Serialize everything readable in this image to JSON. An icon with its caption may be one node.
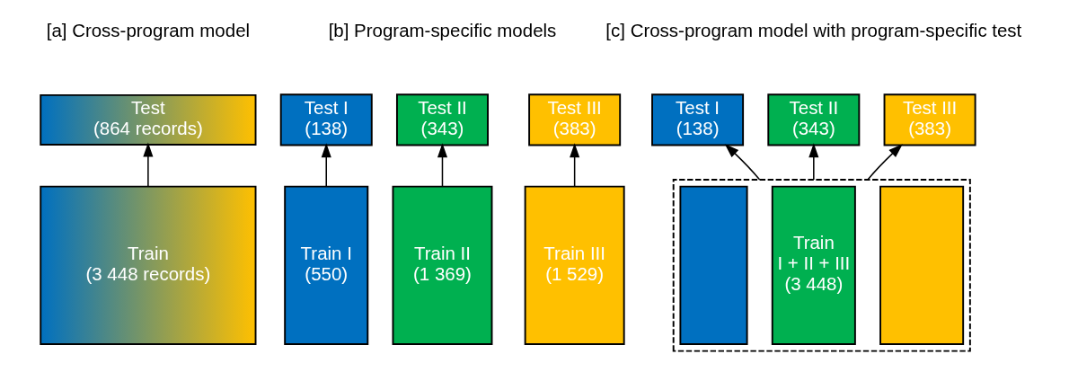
{
  "diagram": {
    "nodes": [
      {
        "text": [
          "Test",
          "(864 records)"
        ]
      },
      {
        "text": [
          "Train",
          "(3 448 records)"
        ]
      },
      {
        "text": [
          "Test I",
          "(138)"
        ]
      },
      {
        "text": [
          "Test II",
          "(343)"
        ]
      },
      {
        "text": [
          "Test III",
          "(383)"
        ]
      },
      {
        "text": [
          "Train I",
          "(550)"
        ]
      },
      {
        "text": [
          "Train II",
          "(1 369)"
        ]
      },
      {
        "text": [
          "Train III",
          "(1 529)"
        ]
      },
      {
        "text": [
          "Test I",
          "(138)"
        ]
      },
      {
        "text": [
          "Test II",
          "(343)"
        ]
      },
      {
        "text": [
          "Test III",
          "(383)"
        ]
      },
      {
        "text": [],
        "shape": "box"
      },
      {
        "text": [],
        "shape": "box",
        "in": 11
      },
      {
        "text": [
          "Train",
          "I + II + III",
          "(3 448)"
        ],
        "in": 11
      },
      {
        "text": [],
        "shape": "box",
        "in": 11
      }
    ],
    "edges": [
      {
        "from": 1,
        "to": 0,
        "arrow": "to"
      },
      {
        "from": 5,
        "to": 2,
        "arrow": "to"
      },
      {
        "from": 6,
        "to": 3,
        "arrow": "to"
      },
      {
        "from": 7,
        "to": 4,
        "arrow": "to"
      },
      {
        "from": 11,
        "to": 8,
        "arrow": "to"
      },
      {
        "from": 11,
        "to": 9,
        "arrow": "to"
      },
      {
        "from": 11,
        "to": 10,
        "arrow": "to"
      }
    ],
    "labels": [
      "[a] Cross-program model",
      "[b] Program-specific models",
      "[c] Cross-program model with program-specific test"
    ]
  }
}
